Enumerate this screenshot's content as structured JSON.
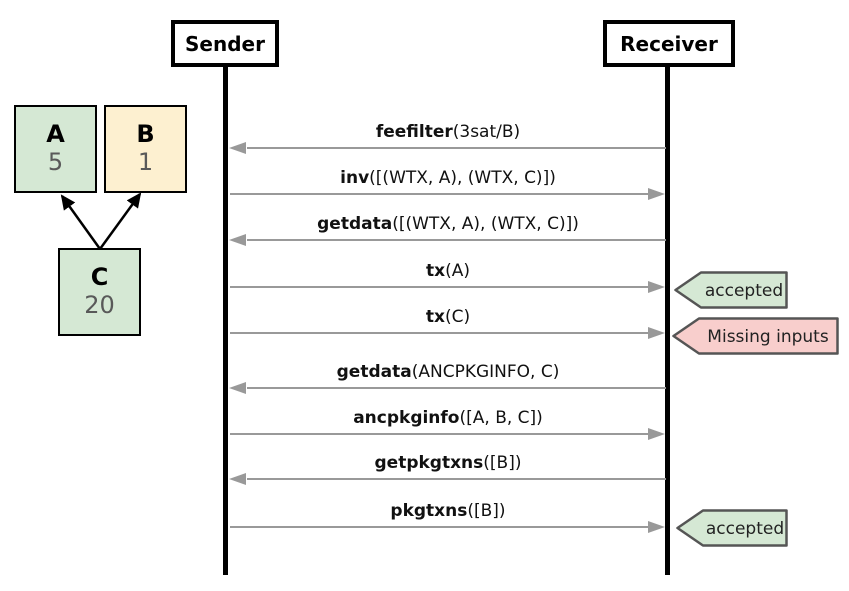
{
  "actors": [
    {
      "name": "Sender"
    },
    {
      "name": "Receiver"
    }
  ],
  "graph": {
    "nodes": [
      {
        "id": "A",
        "label": "A",
        "value": "5",
        "fill": "#d5e8d4"
      },
      {
        "id": "B",
        "label": "B",
        "value": "1",
        "fill": "#fdf0d0"
      },
      {
        "id": "C",
        "label": "C",
        "value": "20",
        "fill": "#d5e8d4"
      }
    ],
    "edges": [
      {
        "from": "C",
        "to": "A"
      },
      {
        "from": "C",
        "to": "B"
      }
    ]
  },
  "messages": [
    {
      "method": "feefilter",
      "args": "(3sat/B)",
      "direction": "left"
    },
    {
      "method": "inv",
      "args": "([(WTX, A), (WTX, C)])",
      "direction": "right"
    },
    {
      "method": "getdata",
      "args": "([(WTX, A), (WTX, C)])",
      "direction": "left"
    },
    {
      "method": "tx",
      "args": "(A)",
      "direction": "right",
      "result": "accepted",
      "result_type": "success"
    },
    {
      "method": "tx",
      "args": "(C)",
      "direction": "right",
      "result": "Missing inputs",
      "result_type": "error"
    },
    {
      "method": "getdata",
      "args": "(ANCPKGINFO, C)",
      "direction": "left"
    },
    {
      "method": "ancpkginfo",
      "args": "([A, B, C])",
      "direction": "right"
    },
    {
      "method": "getpkgtxns",
      "args": "([B])",
      "direction": "left"
    },
    {
      "method": "pkgtxns",
      "args": "([B])",
      "direction": "right",
      "result": "accepted",
      "result_type": "success"
    }
  ],
  "colors": {
    "node_green": "#d5e8d4",
    "node_yellow": "#fdf0d0",
    "success_fill": "#d5e8d4",
    "error_fill": "#f8cecc",
    "badge_border": "#555555",
    "arrow_gray": "#999999",
    "lifeline_black": "#000000",
    "value_text_gray": "#595959"
  }
}
